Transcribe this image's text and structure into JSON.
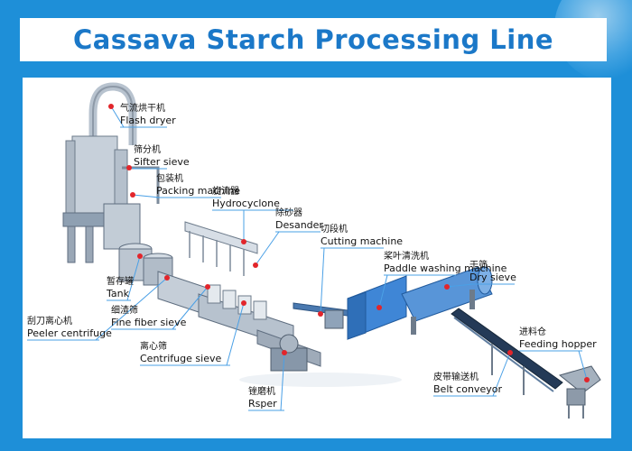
{
  "title": "Cassava Starch Processing Line",
  "colors": {
    "background": "#1e8fd8",
    "title_text": "#1b78c8",
    "machine": "#9aa7b6",
    "machine_dark": "#5f6e80",
    "accent_blue": "#2f7fd1",
    "marker": "#e2252b",
    "leader_line": "#4aa0e6"
  },
  "labels": [
    {
      "id": "flash-dryer",
      "cn": "气流烘干机",
      "en": "Flash dryer"
    },
    {
      "id": "sifter-sieve",
      "cn": "筛分机",
      "en": "Sifter sieve"
    },
    {
      "id": "packing-machine",
      "cn": "包装机",
      "en": "Packing machine"
    },
    {
      "id": "hydrocyclone",
      "cn": "旋流器",
      "en": "Hydrocyclone"
    },
    {
      "id": "desander",
      "cn": "除砂器",
      "en": "Desander"
    },
    {
      "id": "cutting-machine",
      "cn": "切段机",
      "en": "Cutting machine"
    },
    {
      "id": "paddle-washing-machine",
      "cn": "桨叶清洗机",
      "en": "Paddle washing machine"
    },
    {
      "id": "dry-sieve",
      "cn": "干筛",
      "en": "Dry sieve"
    },
    {
      "id": "feeding-hopper",
      "cn": "进料仓",
      "en": "Feeding hopper"
    },
    {
      "id": "belt-conveyor",
      "cn": "皮带输送机",
      "en": "Belt conveyor"
    },
    {
      "id": "rsper",
      "cn": "锉磨机",
      "en": "Rsper"
    },
    {
      "id": "centrifuge-sieve",
      "cn": "离心筛",
      "en": "Centrifuge sieve"
    },
    {
      "id": "fine-fiber-sieve",
      "cn": "细渣筛",
      "en": "Fine fiber sieve"
    },
    {
      "id": "peeler-centrifuge",
      "cn": "刮刀离心机",
      "en": "Peeler centrifuge"
    },
    {
      "id": "tank",
      "cn": "暂存罐",
      "en": "Tank"
    }
  ]
}
